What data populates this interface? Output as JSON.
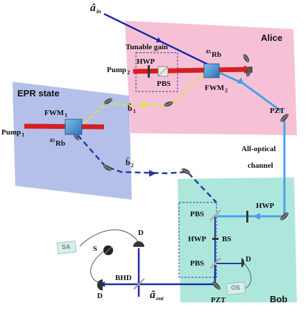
{
  "regions": {
    "alice": "Alice",
    "epr": "EPR state",
    "bob": "Bob"
  },
  "modes": {
    "a_in": "â",
    "a_in_sub": "in",
    "a_out": "â",
    "a_out_sub": "out",
    "b1": "b̂",
    "b1_sub": "1",
    "b2": "b̂",
    "b2_sub": "2"
  },
  "components": {
    "tunable_gain": "Tunable gain",
    "hwp_alice": "HWP",
    "pump2": "Pump",
    "pump2_sub": "2",
    "pbs_alice": "PBS",
    "rb_sup": "85",
    "rb": "Rb",
    "fwm2": "FWM",
    "fwm2_sub": "2",
    "fwm1": "FWM",
    "fwm1_sub": "1",
    "pump1": "Pump",
    "pump1_sub": "1",
    "pzt_top": "PZT",
    "all_optical": "All-optical",
    "channel": "channel",
    "hwp_bob": "HWP",
    "pbs_bob_top": "PBS",
    "hwp_bob_mid": "HWP",
    "bs": "BS",
    "pbs_bob_bottom": "PBS",
    "d_top": "D",
    "d_right": "D",
    "d_left": "D",
    "s": "S",
    "bhd": "BHD",
    "pzt_bottom": "PZT",
    "sa": "SA",
    "os": "OS"
  },
  "colors": {
    "alice_bg": "#f4b6cf",
    "epr_bg": "#a8b5e6",
    "bob_bg": "#9fe3d6",
    "input_beam": "#1a2aa8",
    "pump": "#d42020",
    "probe_beam": "#4aa0e8",
    "b1_beam": "#d8e63a",
    "b2_beam": "#2536a8"
  }
}
